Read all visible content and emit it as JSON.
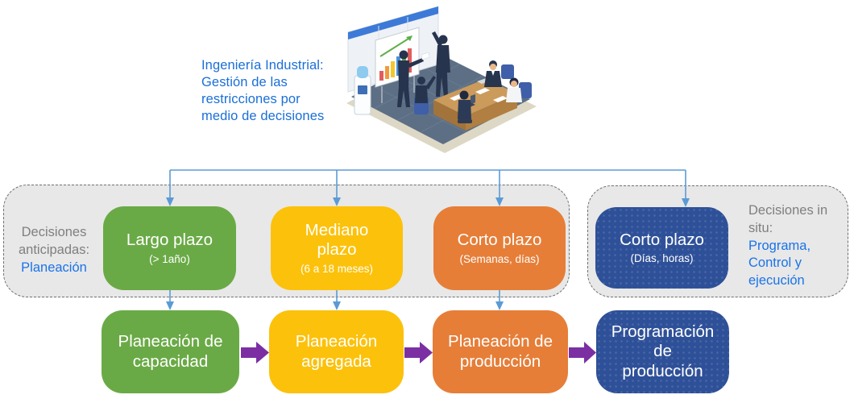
{
  "header": {
    "caption": "Ingeniería Industrial:\nGestión de las\nrestricciones por\nmedio de decisiones"
  },
  "anticipated_group": {
    "label_top": "Decisiones anticipadas:",
    "label_highlight": "Planeación",
    "boxes": [
      {
        "title": "Largo plazo",
        "subtitle": "(> 1año)",
        "color": "#6aaa46"
      },
      {
        "title": "Mediano plazo",
        "subtitle": "(6 a 18 meses)",
        "color": "#fcc10a"
      },
      {
        "title": "Corto plazo",
        "subtitle": "(Semanas, días)",
        "color": "#e67e38"
      }
    ]
  },
  "insitu_group": {
    "label_top": "Decisiones in situ:",
    "label_highlight": "Programa, Control y ejecución",
    "boxes": [
      {
        "title": "Corto plazo",
        "subtitle": "(Días, horas)",
        "color": "#2e5098"
      }
    ]
  },
  "process_row": {
    "steps": [
      {
        "label": "Planeación de capacidad",
        "color": "#6aaa46"
      },
      {
        "label": "Planeación agregada",
        "color": "#fcc10a"
      },
      {
        "label": "Planeación de producción",
        "color": "#e67e38"
      },
      {
        "label": "Programación\nde\nproducción",
        "color": "#2e5098"
      }
    ]
  },
  "colors": {
    "connector_blue": "#5b9bd5",
    "flow_arrow_purple": "#7b2fa3",
    "accent_text_blue": "#1a73e8",
    "muted_text_gray": "#7f7f7f",
    "group_fill": "#e8e8e8",
    "group_border": "#6f6f6f"
  }
}
